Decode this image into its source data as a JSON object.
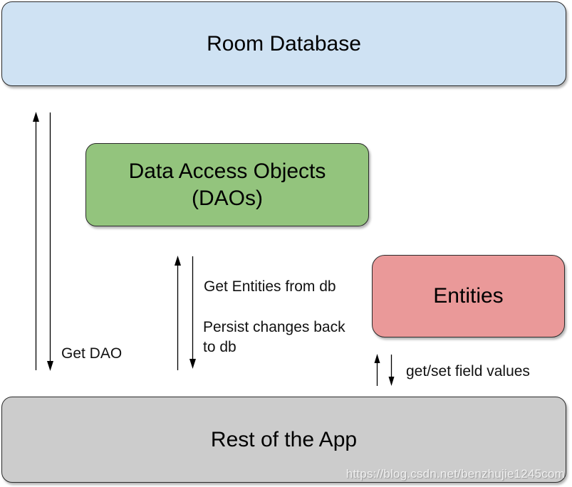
{
  "nodes": {
    "room_database": {
      "label": "Room Database",
      "fill": "#cfe2f3"
    },
    "daos": {
      "label": "Data Access Objects (DAOs)",
      "fill": "#93c47d"
    },
    "entities": {
      "label": "Entities",
      "fill": "#ea9999"
    },
    "rest_of_app": {
      "label": "Rest of the App",
      "fill": "#cccccc"
    }
  },
  "edge_labels": {
    "get_dao": "Get DAO",
    "get_entities": "Get Entities from db",
    "persist_changes": "Persist changes back to db",
    "get_set_fields": "get/set field values"
  },
  "watermark": "https://blog.csdn.net/benzhujie1245com"
}
